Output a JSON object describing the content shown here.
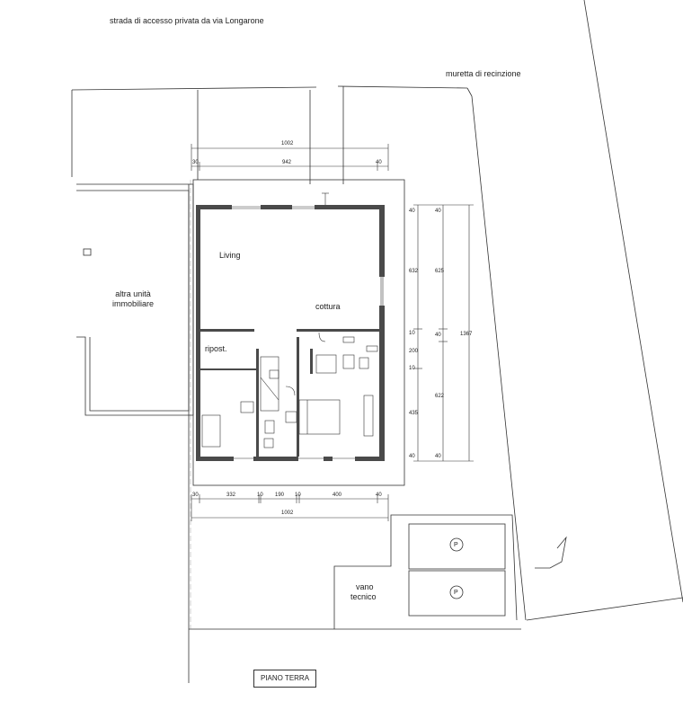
{
  "labels": {
    "access_road": "strada di accesso privata da via Longarone",
    "fence_wall": "muretta di recinzione",
    "other_unit_line1": "altra unità",
    "other_unit_line2": "immobiliare",
    "living": "Living",
    "cottura": "cottura",
    "ripost": "ripost.",
    "vano_line1": "vano",
    "vano_line2": "tecnico",
    "parking": "P",
    "floor_title": "PIANO TERRA"
  },
  "dimensions": {
    "top_total": "1002",
    "top_left": "30",
    "top_mid": "942",
    "top_right": "40",
    "bottom_parts": [
      "30",
      "332",
      "10",
      "190",
      "10",
      "400",
      "40"
    ],
    "bottom_total": "1002",
    "right_col1": [
      "40",
      "632",
      "10",
      "200",
      "10",
      "435",
      "40"
    ],
    "right_col2": [
      "40",
      "625",
      "40",
      "622",
      "40"
    ],
    "right_total": "1367"
  },
  "colors": {
    "line": "#333333",
    "wall_fill": "#4a4a4a",
    "light_line": "#999999"
  }
}
